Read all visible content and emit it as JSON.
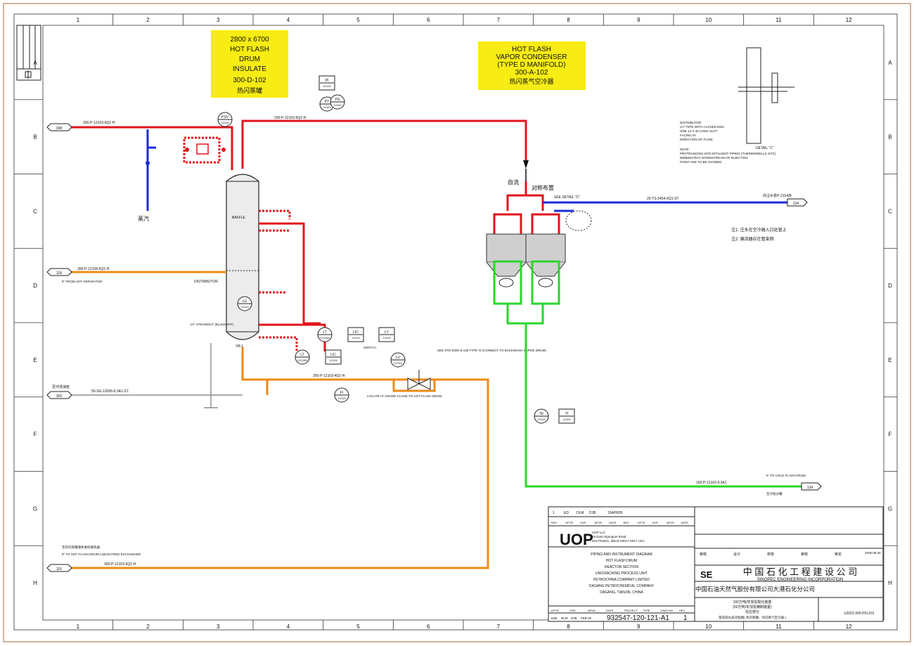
{
  "grid": {
    "columns": [
      "1",
      "2",
      "3",
      "4",
      "5",
      "6",
      "7",
      "8",
      "9",
      "10",
      "11",
      "12"
    ],
    "rows": [
      "A",
      "B",
      "C",
      "D",
      "E",
      "F",
      "G",
      "H"
    ]
  },
  "callouts": {
    "drum": [
      "2800 x 6700",
      "HOT FLASH",
      "DRUM",
      "INSULATE",
      "300-D-102",
      "热闪蒸罐"
    ],
    "condenser": [
      "HOT FLASH",
      "VAPOR CONDENSER",
      "(TYPE D MANIFOLD)",
      "300-A-102",
      "热闪蒸气空冷器"
    ]
  },
  "labels": {
    "steam_cn": "蒸汽",
    "self_flow_cn": "自流",
    "symmetric_cn": "对称布置",
    "see_detail": "SEE DETAIL \"C\"",
    "baffle": "BAFFLE",
    "distributor": "DISTRIBUTOR",
    "from_hot_sep": "8\" FROM HOT SEPARATOR",
    "steamout": "1½\" STEAMOUT (BLANKOFF)",
    "see_std": "SEE STD DWG 8-138 TYPE III (CONNECT TO BACKWASH SURGE DRUM)",
    "locate_grade": "LOCATE AT GRADE CLOSE TO HOT FLASH DRUM",
    "switch": "SWITCH",
    "to_cold_flash": "6\" TO COLD FLASH DRUM",
    "to_exchanger": "8\" TO HOT FLASH DRUM LIQUID-FEED EXCHANGER",
    "note1": "注1: 注水在空冷器入口处管上",
    "note2": "注2: 偏流器应在管束侧",
    "detail_c": "DETAIL \"C\"",
    "detail_note": [
      "DISTRIBUTOR",
      "1½\" PIPE WITH CLOSED END.",
      "ONE 13 X 40 LONG SLOT",
      "FACING IN",
      "DIRECTION OF FLOW"
    ],
    "note_text": [
      "NOTE:",
      "PROTRUSIONS INTO EFFLUENT PIPING (THERMOWELLS, ETC)",
      "IMMEDIATELY DOWNSTREAM OF INJECTION",
      "POINT ARE TO BE AVOIDED"
    ],
    "inlet_water": "向注水泵P-2104/B",
    "water_flush_cn": "至冲洗油管"
  },
  "lines": {
    "top_vapor": "150-P-12103-6Q1-H",
    "inlet_vapor": "200-P-12103-6Q1-H",
    "feed": "300-P-12104-6Q1-H",
    "liquid_out": "250-P-12103-4Q1-H",
    "to_exchanger": "300-P-12103-6Q1-H",
    "condenser_out": "150-P-12102-6.3A1",
    "water": "25-TS-2454-6Q1-ST",
    "flush": "50-SG-12006-6.3A1-ST"
  },
  "offpage": {
    "tl": "308",
    "feed": "118",
    "flush": "302",
    "to_exchanger": "116",
    "water": "134",
    "cold_flash": "134"
  },
  "instruments": [
    {
      "id": "pi-top",
      "tag": "PI",
      "num": "12103"
    },
    {
      "id": "pt-top",
      "tag": "PT",
      "num": "12103"
    },
    {
      "id": "pg-top",
      "tag": "PG",
      "num": "12103"
    },
    {
      "id": "psv",
      "tag": "PSV",
      "num": "12104"
    },
    {
      "id": "lg",
      "tag": "LG",
      "num": "12103"
    },
    {
      "id": "lt1",
      "tag": "LT",
      "num": "12103A"
    },
    {
      "id": "lic",
      "tag": "LIC",
      "num": "12103"
    },
    {
      "id": "ly",
      "tag": "LY",
      "num": "12103"
    },
    {
      "id": "lt2",
      "tag": "LT",
      "num": "12103B"
    },
    {
      "id": "lic2",
      "tag": "LIC",
      "num": "12104"
    },
    {
      "id": "lv",
      "tag": "LV",
      "num": "12103"
    },
    {
      "id": "fi",
      "tag": "FI",
      "num": "12103"
    },
    {
      "id": "te",
      "tag": "TE",
      "num": "12104"
    },
    {
      "id": "ti",
      "tag": "TI",
      "num": "12104"
    }
  ],
  "title_block": {
    "company_en": "UOP LLC",
    "address": [
      "25 East Algonquin Road",
      "Des Plaines, Illinois 60017-5017 USA"
    ],
    "diagram_title": [
      "PIPING AND INSTRUMENT DIAGRAM",
      "HOT FLASH DRUM",
      "REACTOR SECTION",
      "UNICRACKING PROCESS UNIT",
      "PETROCHINA COMPANY LIMITED",
      "DAGANG PETROCHEMICAL COMPANY",
      "DAGANG, TIANJIN, CHINA"
    ],
    "sinopec_cn": "中 国 石 化 工 程 建 设 公 司",
    "sinopec_en": "SINOPEC ENGINEERING INCORPORATION",
    "client_cn": "中国石油天然气股份有限公司大港石化分公司",
    "project_cn": [
      "100万吨/年加氢裂化装置",
      "(60万吨/年加氢精制装置)",
      "反应部分"
    ],
    "drawing_cn": "管道及仪表流程图( 热闪蒸罐、热闪蒸气空冷器 )",
    "project_no": "932547-120-121-A1",
    "rev": "1",
    "sheet_no": "L0022-300-PFL/XX",
    "rev_row": [
      "1",
      "ED",
      "DLM",
      "DJB",
      "15APR05"
    ],
    "rev_headers": [
      "REV",
      "DFTR",
      "CKR",
      "APVD",
      "DATE",
      "REV",
      "DFTR",
      "CKR",
      "APVD",
      "DATE"
    ],
    "dftr_headers": [
      "DFTR",
      "CKR",
      "APVD",
      "DATE",
      "PROJECT",
      "TYPE",
      "DWG NO.",
      "REV"
    ],
    "dftr_values": [
      "BJB",
      "DLM",
      "DJB",
      "FEB 25"
    ],
    "right_rows": [
      "审核",
      "设计",
      "校核",
      "审核",
      "审定"
    ],
    "date": "2005.08.30"
  }
}
